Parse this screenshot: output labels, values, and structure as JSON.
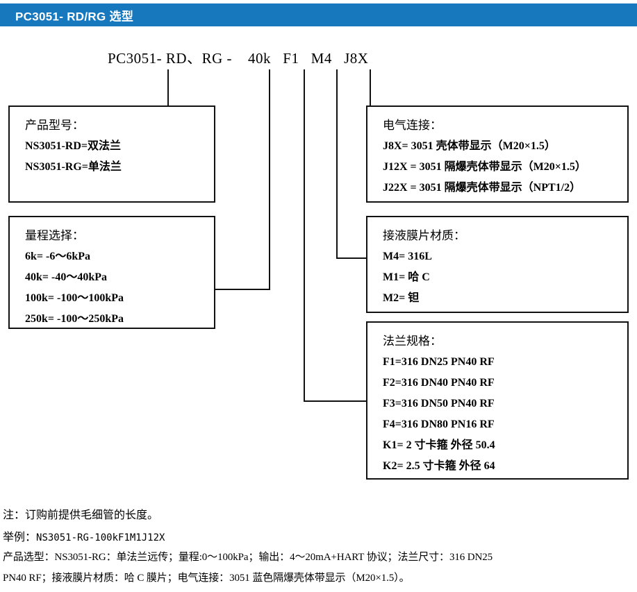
{
  "header": {
    "title": "PC3051- RD/RG 选型"
  },
  "model_code": "PC3051- RD、RG -    40k   F1   M4   J8X",
  "boxes": {
    "product_model": {
      "title": "产品型号：",
      "rows": [
        "NS3051-RD=双法兰",
        "NS3051-RG=单法兰"
      ]
    },
    "range": {
      "title": "量程选择：",
      "rows": [
        "6k= -6〜6kPa",
        "40k= -40〜40kPa",
        "100k= -100〜100kPa",
        "250k= -100〜250kPa"
      ]
    },
    "electrical": {
      "title": "电气连接：",
      "rows": [
        "J8X= 3051 壳体带显示（M20×1.5）",
        "J12X = 3051 隔爆壳体带显示（M20×1.5）",
        "J22X = 3051 隔爆壳体带显示（NPT1/2）"
      ]
    },
    "diaphragm": {
      "title": "接液膜片材质：",
      "rows": [
        "M4= 316L",
        "M1=  哈 C",
        "M2=  钽"
      ]
    },
    "flange": {
      "title": "法兰规格：",
      "rows": [
        "F1=316 DN25 PN40 RF",
        "F2=316 DN40 PN40 RF",
        "F3=316 DN50 PN40 RF",
        "F4=316 DN80 PN16 RF",
        "K1= 2 寸卡箍  外径 50.4",
        "K2= 2.5 寸卡箍  外径 64"
      ]
    }
  },
  "footer": {
    "note": "注：订购前提供毛细管的长度。",
    "example_label": "举例：",
    "example_code": "NS3051-RG-100kF1M1J12X",
    "description_line1": "产品选型：NS3051-RG：单法兰远传；量程:0〜100kPa；输出：4〜20mA+HART 协议；法兰尺寸：316 DN25",
    "description_line2": "PN40 RF；接液膜片材质：哈 C 膜片；电气连接：3051 蓝色隔爆壳体带显示（M20×1.5）。"
  },
  "colors": {
    "header_blue": "#1878be",
    "line_black": "#111111"
  }
}
